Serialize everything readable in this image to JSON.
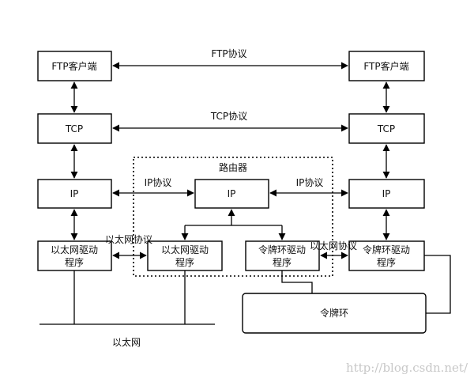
{
  "diagram": {
    "left_stack": {
      "ftp_client": "FTP客户端",
      "tcp": "TCP",
      "ip": "IP",
      "ethernet_driver": [
        "以太网驱动",
        "程序"
      ]
    },
    "right_stack": {
      "ftp_client": "FTP客户端",
      "tcp": "TCP",
      "ip": "IP",
      "token_ring_driver": [
        "令牌环驱动",
        "程序"
      ]
    },
    "router": {
      "title": "路由器",
      "ip": "IP",
      "ethernet_driver": [
        "以太网驱动",
        "程序"
      ],
      "token_ring_driver": [
        "令牌环驱动",
        "程序"
      ]
    },
    "protocols": {
      "ftp": "FTP协议",
      "tcp": "TCP协议",
      "ip_left": "IP协议",
      "ip_right": "IP协议",
      "ethernet": "以太网协议",
      "token_ring_proto": "以太网协议"
    },
    "networks": {
      "ethernet": "以太网",
      "token_ring": "令牌环"
    },
    "watermark": "http://blog.csdn.net/"
  }
}
